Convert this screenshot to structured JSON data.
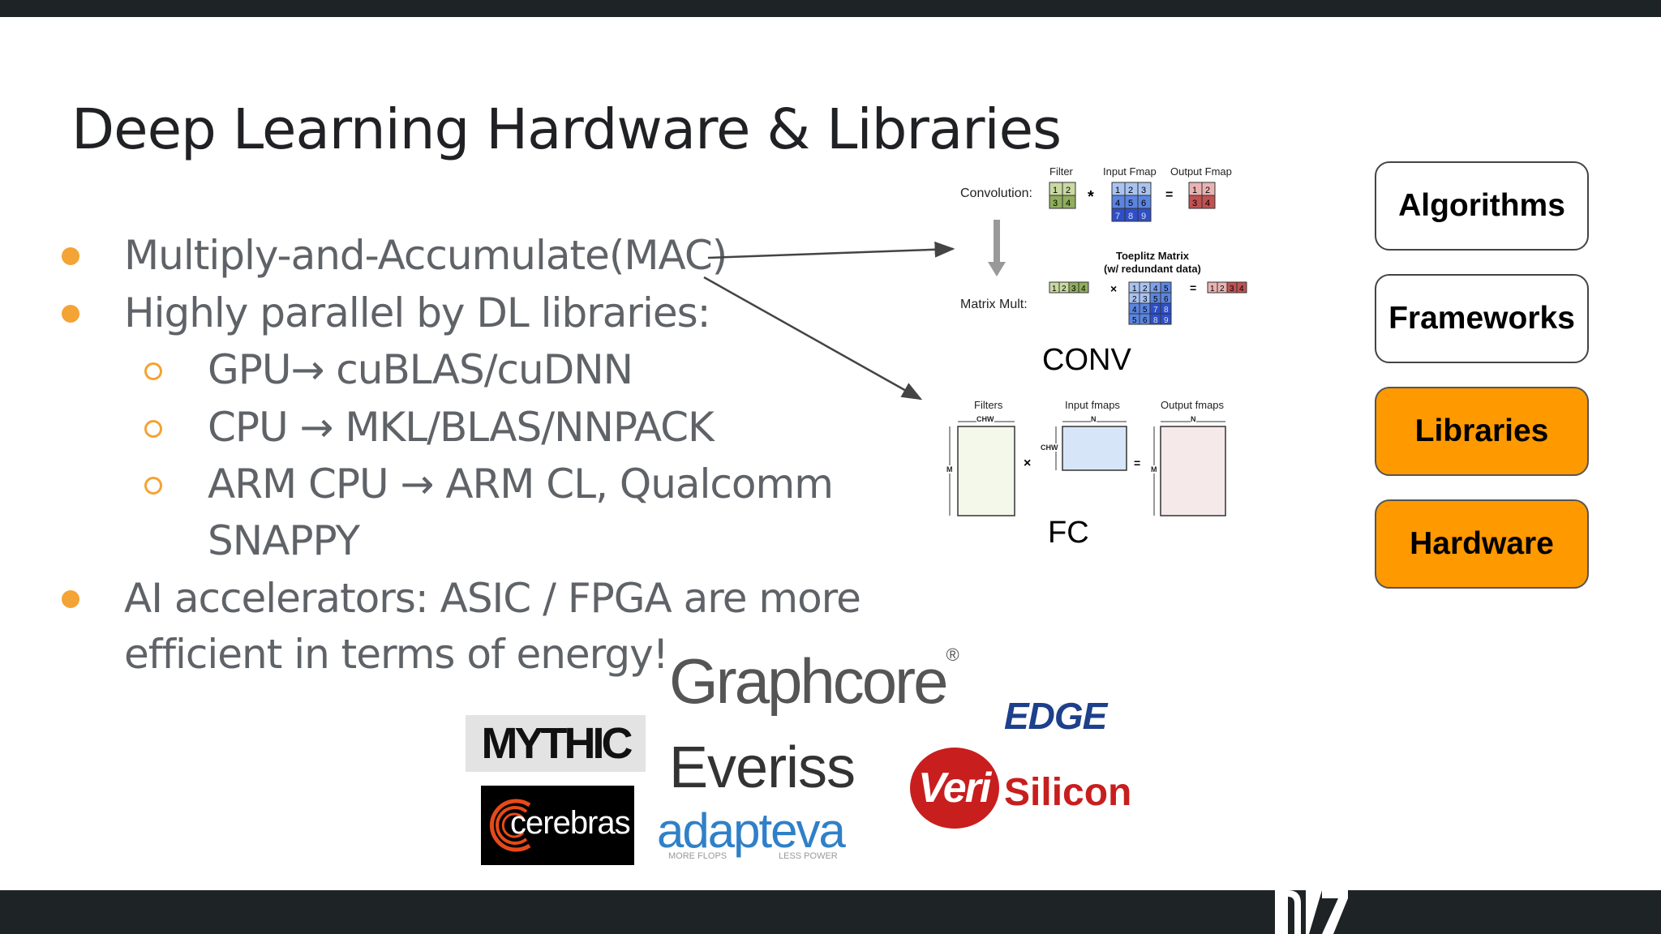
{
  "slide": {
    "title": "Deep Learning Hardware & Libraries",
    "bullets": [
      "Multiply-and-Accumulate(MAC)",
      "Highly parallel by DL libraries:",
      "AI accelerators: ASIC / FPGA are more",
      "efficient in terms of energy!"
    ],
    "subbullets": [
      "GPU→ cuBLAS/cuDNN",
      "CPU → MKL/BLAS/NNPACK",
      "ARM CPU → ARM CL, Qualcomm",
      "SNAPPY"
    ]
  },
  "diagram": {
    "conv_label": "Convolution:",
    "filter_label": "Filter",
    "input_fmap_label": "Input Fmap",
    "output_fmap_label": "Output Fmap",
    "toeplitz_label": "Toeplitz Matrix",
    "toeplitz_sub": "(w/ redundant data)",
    "matrix_mult_label": "Matrix Mult:",
    "conv_caption": "CONV",
    "filters_label": "Filters",
    "input_fmaps_label": "Input fmaps",
    "output_fmaps_label": "Output fmaps",
    "chw": "CHW",
    "n": "N",
    "m": "M",
    "fc_caption": "FC",
    "times": "×",
    "star": "*",
    "equals": "="
  },
  "stack": {
    "algorithms": "Algorithms",
    "frameworks": "Frameworks",
    "libraries": "Libraries",
    "hardware": "Hardware",
    "highlight_color": "#ff9900"
  },
  "logos": {
    "graphcore": "Graphcore",
    "graphcore_mark": "®",
    "edge": "EDGE",
    "mythic": "MYTHIC",
    "everiss": "Everiss",
    "verisilicon_a": "Veri",
    "verisilicon_b": "Silicon",
    "cerebras": "cerebras",
    "adapteva": "adapteva",
    "adapteva_left": "MORE FLOPS",
    "adapteva_right": "LESS POWER"
  },
  "colors": {
    "bullet_accent": "#f4a335",
    "bar": "#1e2326"
  }
}
